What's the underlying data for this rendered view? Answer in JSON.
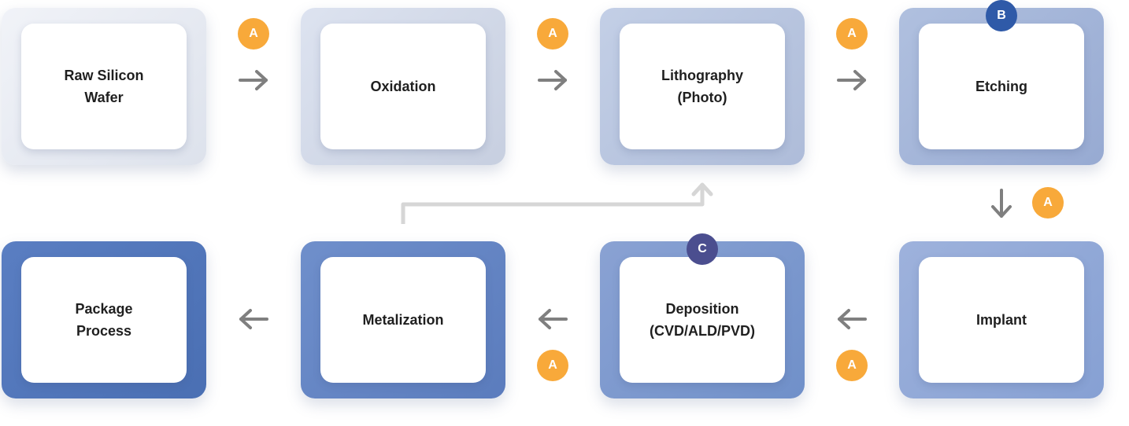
{
  "steps": [
    {
      "label": "Raw Silicon\nWafer"
    },
    {
      "label": "Oxidation"
    },
    {
      "label": "Lithography\n(Photo)"
    },
    {
      "label": "Etching"
    },
    {
      "label": "Implant"
    },
    {
      "label": "Deposition\n(CVD/ALD/PVD)"
    },
    {
      "label": "Metalization"
    },
    {
      "label": "Package\nProcess"
    }
  ],
  "badges": {
    "a": "A",
    "b": "B",
    "c": "C"
  },
  "colors": {
    "badge_a": "#f8a93a",
    "badge_b": "#2f5aa8",
    "badge_c": "#4b4e8f",
    "arrow": "#7f7f7f",
    "loop_arrow": "#d6d6d6"
  }
}
